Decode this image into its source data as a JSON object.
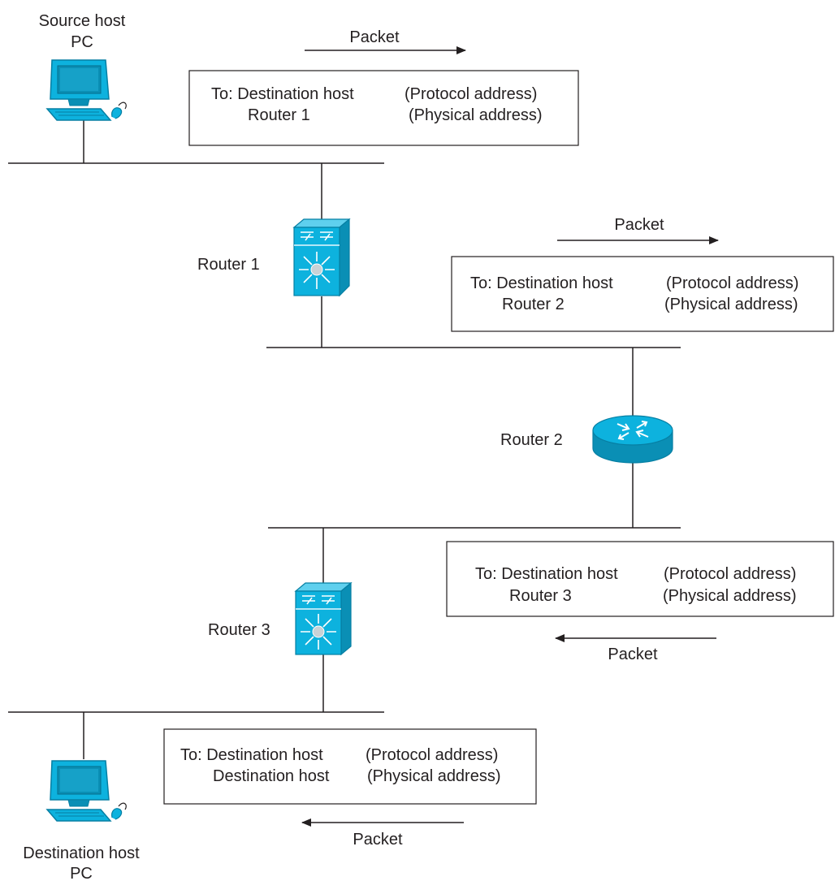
{
  "source_host": {
    "line1": "Source host",
    "line2": "PC"
  },
  "destination_host": {
    "line1": "Destination host",
    "line2": "PC"
  },
  "routers": [
    {
      "label": "Router 1",
      "icon": "layer3-switch-icon"
    },
    {
      "label": "Router 2",
      "icon": "router-icon"
    },
    {
      "label": "Router 3",
      "icon": "layer3-switch-icon"
    }
  ],
  "hops": [
    {
      "packet_label": "Packet",
      "direction": "right",
      "row1_left": "To: Destination host",
      "row1_right": "(Protocol address)",
      "row2_left": "Router 1",
      "row2_right": "(Physical address)"
    },
    {
      "packet_label": "Packet",
      "direction": "right",
      "row1_left": "To: Destination host",
      "row1_right": "(Protocol address)",
      "row2_left": "Router 2",
      "row2_right": "(Physical address)"
    },
    {
      "packet_label": "Packet",
      "direction": "left",
      "row1_left": "To: Destination host",
      "row1_right": "(Protocol address)",
      "row2_left": "Router 3",
      "row2_right": "(Physical address)"
    },
    {
      "packet_label": "Packet",
      "direction": "left",
      "row1_left": "To: Destination host",
      "row1_right": "(Protocol address)",
      "row2_left": "Destination host",
      "row2_right": "(Physical address)"
    }
  ],
  "colors": {
    "device_fill": "#0db2de",
    "device_dark": "#0a8fb5",
    "line": "#231f20"
  }
}
